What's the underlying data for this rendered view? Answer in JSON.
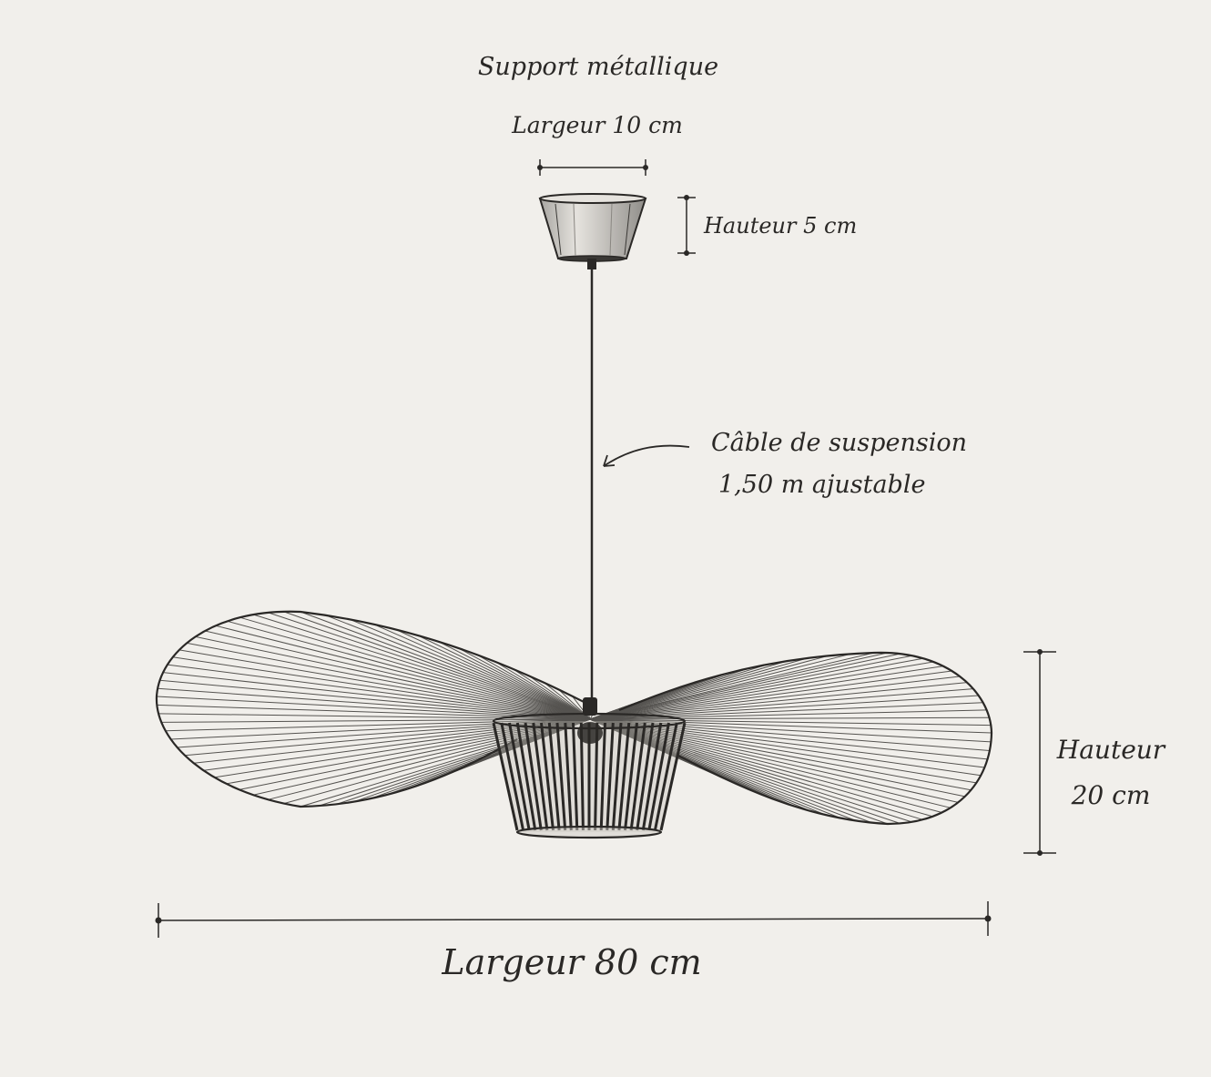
{
  "diagram": {
    "labels": {
      "support_name": "Support métallique",
      "support_width": "Largeur 10 cm",
      "support_height": "Hauteur 5 cm",
      "cable_line1": "Câble de suspension",
      "cable_line2": "1,50 m ajustable",
      "lamp_height_line1": "Hauteur",
      "lamp_height_line2": "20 cm",
      "lamp_width": "Largeur 80 cm"
    },
    "colors": {
      "background": "#f1efeb",
      "ink": "#2a2826"
    }
  }
}
